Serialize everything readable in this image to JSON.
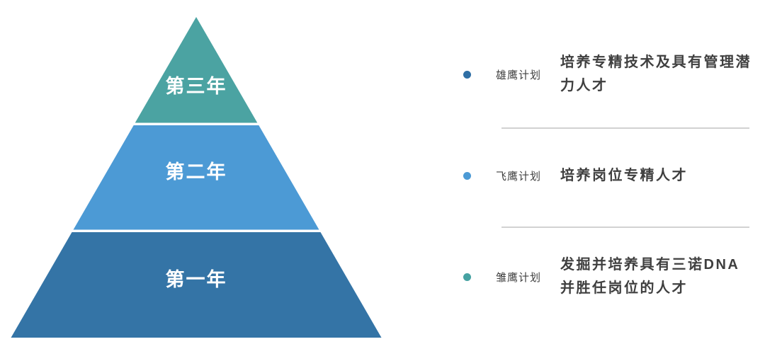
{
  "diagram": {
    "pyramid": {
      "levels": [
        {
          "label": "第三年",
          "color": "#4BA3A2"
        },
        {
          "label": "第二年",
          "color": "#4C9AD5"
        },
        {
          "label": "第一年",
          "color": "#3474A6"
        }
      ],
      "label_text_color": "#FFFFFF"
    },
    "legend": [
      {
        "name": "雄鹰计划",
        "description": "培养专精技术及具有管理潜力人才",
        "dot_color": "#2F6FA5"
      },
      {
        "name": "飞鹰计划",
        "description": "培养岗位专精人才",
        "dot_color": "#4C9AD5"
      },
      {
        "name": "雏鹰计划",
        "description": "发掘并培养具有三诺DNA并胜任岗位的人才",
        "dot_color": "#46A2A2"
      }
    ],
    "divider_color": "#D2D2D2",
    "text_color": "#3F3F3F",
    "background_color": "#FFFFFF"
  }
}
